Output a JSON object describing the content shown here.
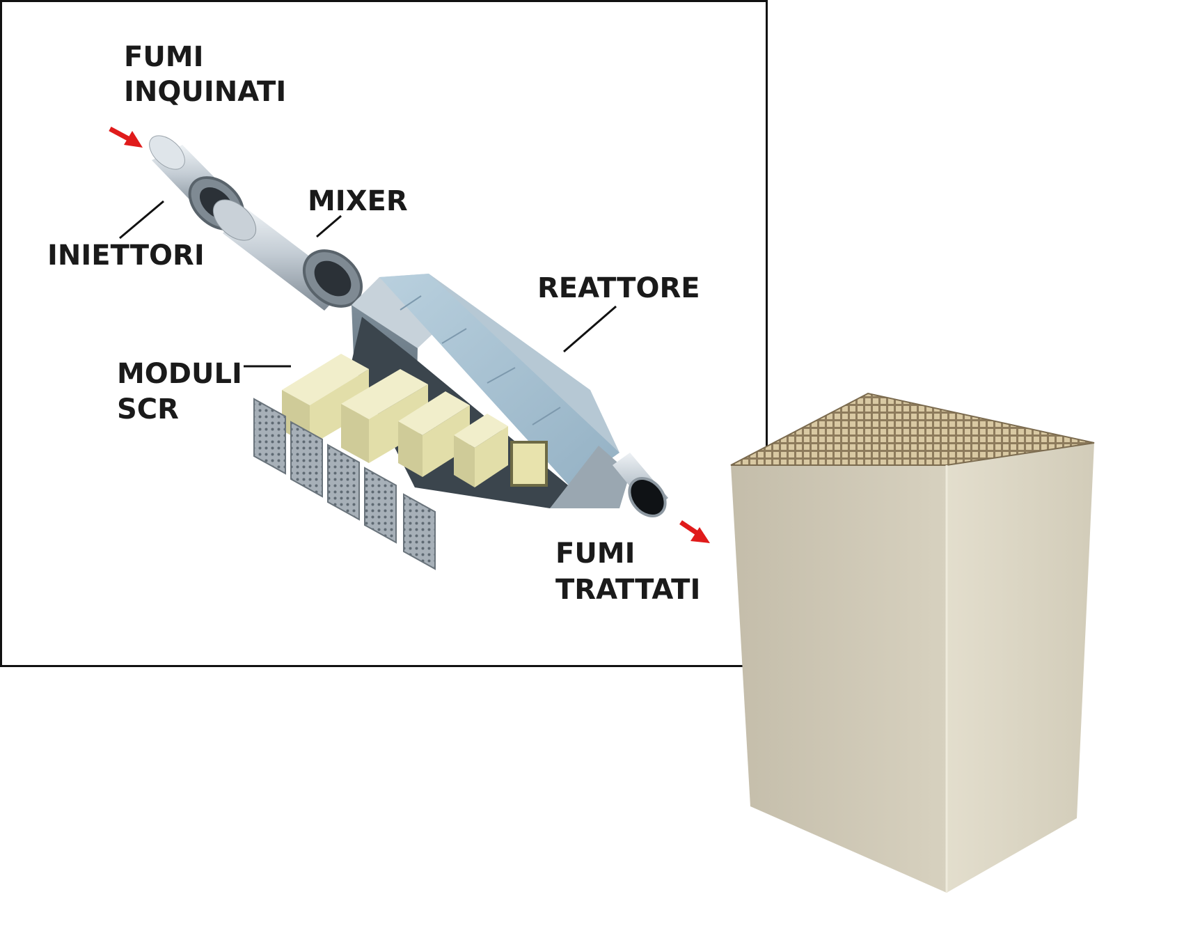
{
  "diagram": {
    "labels": {
      "fumi_inquinati": [
        "FUMI",
        "INQUINATI"
      ],
      "iniettori": "INIETTORI",
      "mixer": "MIXER",
      "reattore": "REATTORE",
      "moduli_scr": [
        "MODULI",
        "SCR"
      ],
      "fumi_trattati": [
        "FUMI",
        "TRATTATI"
      ]
    },
    "colors": {
      "flow_arrow": "#e01b1b",
      "pipe": "#b9c3cc",
      "reactor_top": "#a9c3d4",
      "module": "#e6e2b4",
      "monolith": "#dcd6c4"
    }
  }
}
